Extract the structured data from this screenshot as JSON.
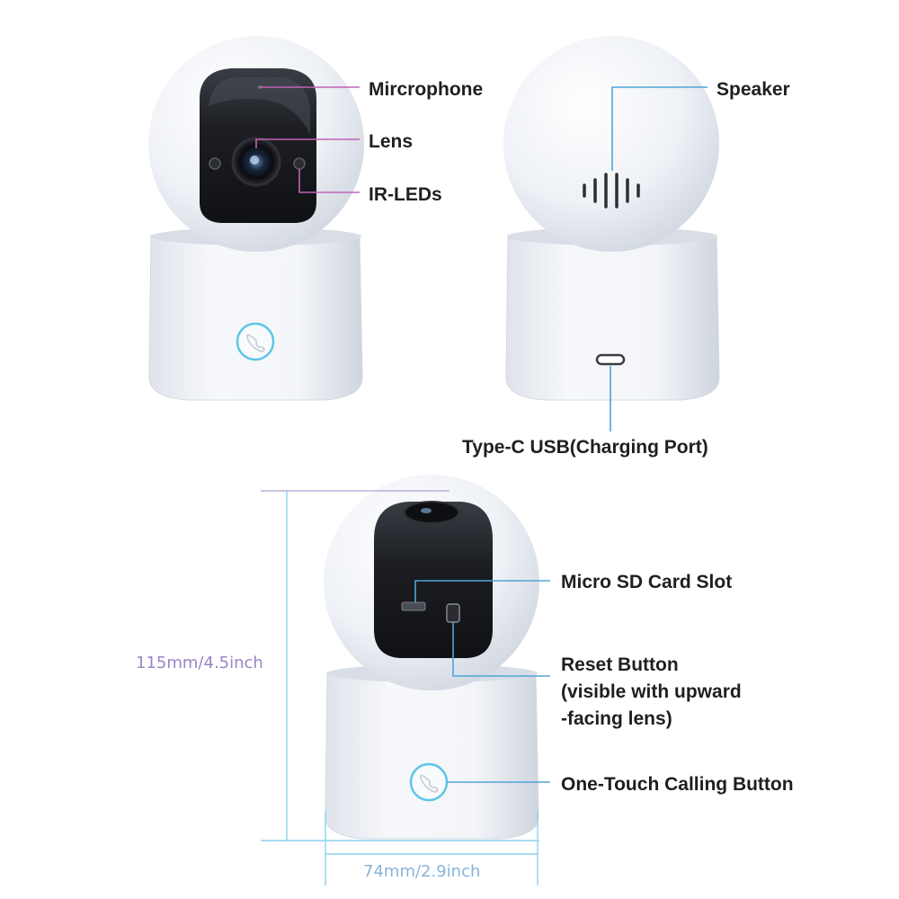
{
  "labels": {
    "microphone": "Mircrophone",
    "lens": "Lens",
    "ir_leds": "IR-LEDs",
    "speaker": "Speaker",
    "type_c": "Type-C USB(Charging Port)",
    "sd_slot": "Micro SD Card Slot",
    "reset_line1": "Reset Button",
    "reset_line2": "(visible with upward",
    "reset_line3": "-facing lens)",
    "calling_button": "One-Touch Calling Button"
  },
  "dimensions": {
    "height": "115mm/4.5inch",
    "width": "74mm/2.9inch"
  },
  "colors": {
    "callout_purple": "#c462b8",
    "callout_blue": "#4fa6d6",
    "dimension_line": "#8ed0f2",
    "dimension_text_height": "#9a84c8",
    "dimension_text_width": "#8ab4d8",
    "camera_body": "#f2f4f8",
    "camera_shadow": "#d6dbe4",
    "face_panel": "#1c1e23",
    "button_ring": "#5cc6e8"
  },
  "icons": {
    "call_button": "phone-icon",
    "speaker_grille": "speaker-grille-icon",
    "usb_port": "usb-c-port-icon",
    "sd_slot": "sd-card-slot-icon"
  }
}
